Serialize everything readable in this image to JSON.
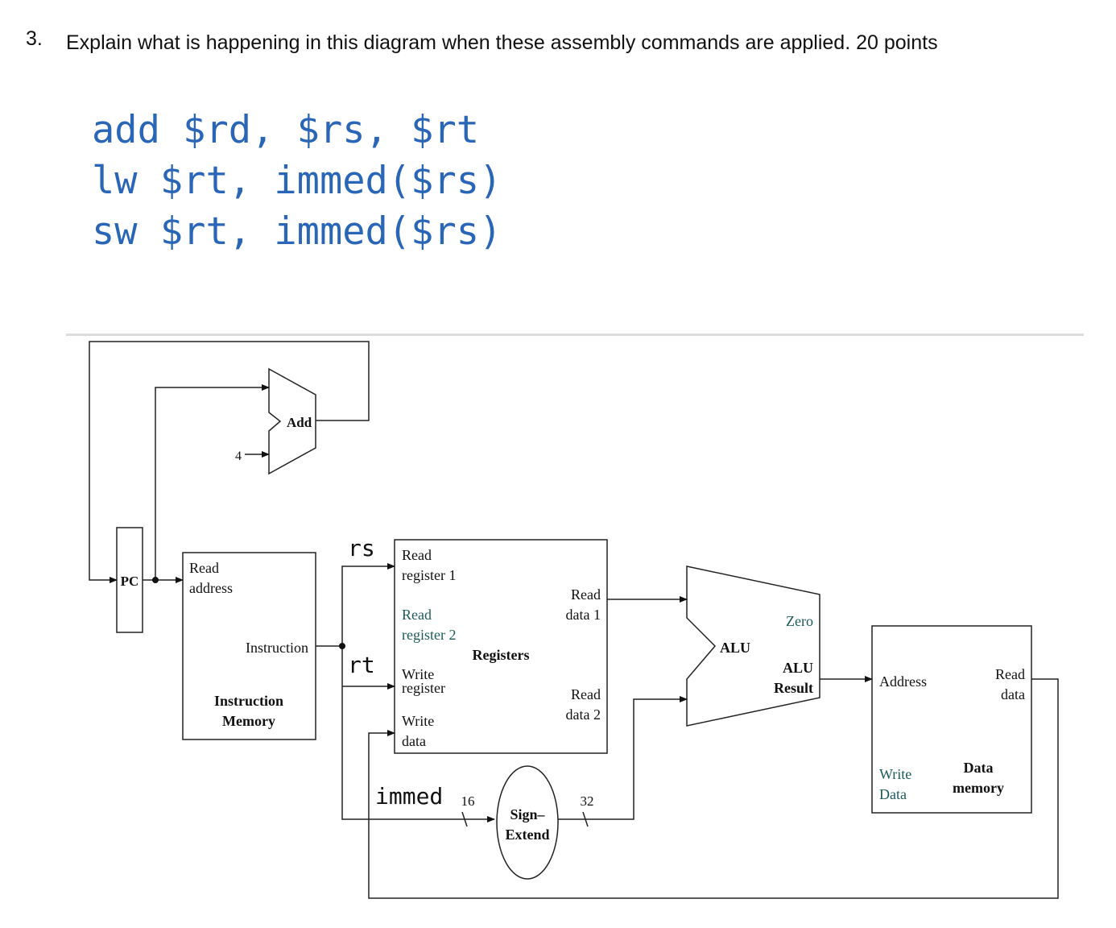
{
  "question": {
    "number": "3.",
    "text": "Explain what is happening in this diagram when these assembly commands are applied. 20 points"
  },
  "code_lines": [
    "add $rd, $rs, $rt",
    "lw $rt, immed($rs)",
    "sw $rt, immed($rs)"
  ],
  "diagram": {
    "pc": "PC",
    "add": "Add",
    "four": "4",
    "imem": {
      "read_address": [
        "Read",
        "address"
      ],
      "instruction_out": "Instruction",
      "title": [
        "Instruction",
        "Memory"
      ]
    },
    "regs": {
      "read_reg1": [
        "Read",
        "register 1"
      ],
      "read_reg2": [
        "Read",
        "register 2"
      ],
      "write_reg": [
        "Write",
        "register"
      ],
      "write_data": [
        "Write",
        "data"
      ],
      "title": "Registers",
      "read_data1": [
        "Read",
        "data 1"
      ],
      "read_data2": [
        "Read",
        "data 2"
      ]
    },
    "alu": {
      "title": "ALU",
      "zero": "Zero",
      "result": [
        "ALU",
        "Result"
      ]
    },
    "dmem": {
      "address": "Address",
      "read_data": [
        "Read",
        "data"
      ],
      "write_data": [
        "Write",
        "Data"
      ],
      "title": [
        "Data",
        "memory"
      ]
    },
    "sign_extend": [
      "Sign–",
      "Extend"
    ],
    "bits_in": "16",
    "bits_out": "32",
    "annotations": {
      "rs": "rs",
      "rt": "rt",
      "immed": "immed"
    }
  }
}
